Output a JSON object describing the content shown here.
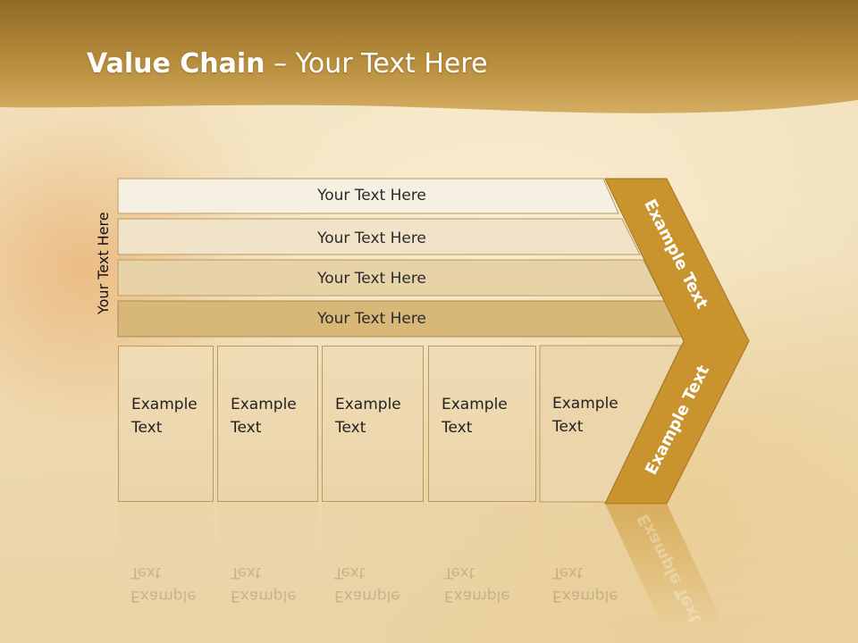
{
  "slide": {
    "title_bold": "Value Chain",
    "title_rest": " – Your Text Here",
    "vertical_label": "Your Text Here",
    "bars": [
      {
        "label": "Your Text Here"
      },
      {
        "label": "Your Text Here"
      },
      {
        "label": "Your Text Here"
      },
      {
        "label": "Your Text Here"
      }
    ],
    "columns": [
      {
        "line1": "Example",
        "line2": "Text"
      },
      {
        "line1": "Example",
        "line2": "Text"
      },
      {
        "line1": "Example",
        "line2": "Text"
      },
      {
        "line1": "Example",
        "line2": "Text"
      },
      {
        "line1": "Example",
        "line2": "Text"
      }
    ],
    "arrow_upper_label": "Example Text",
    "arrow_lower_label": "Example Text"
  },
  "colors": {
    "header_gold": "#b8872c",
    "arrow_gold": "#c9932d",
    "bar_fill_1": "#f5efe2",
    "bar_fill_4": "#d8b878"
  }
}
